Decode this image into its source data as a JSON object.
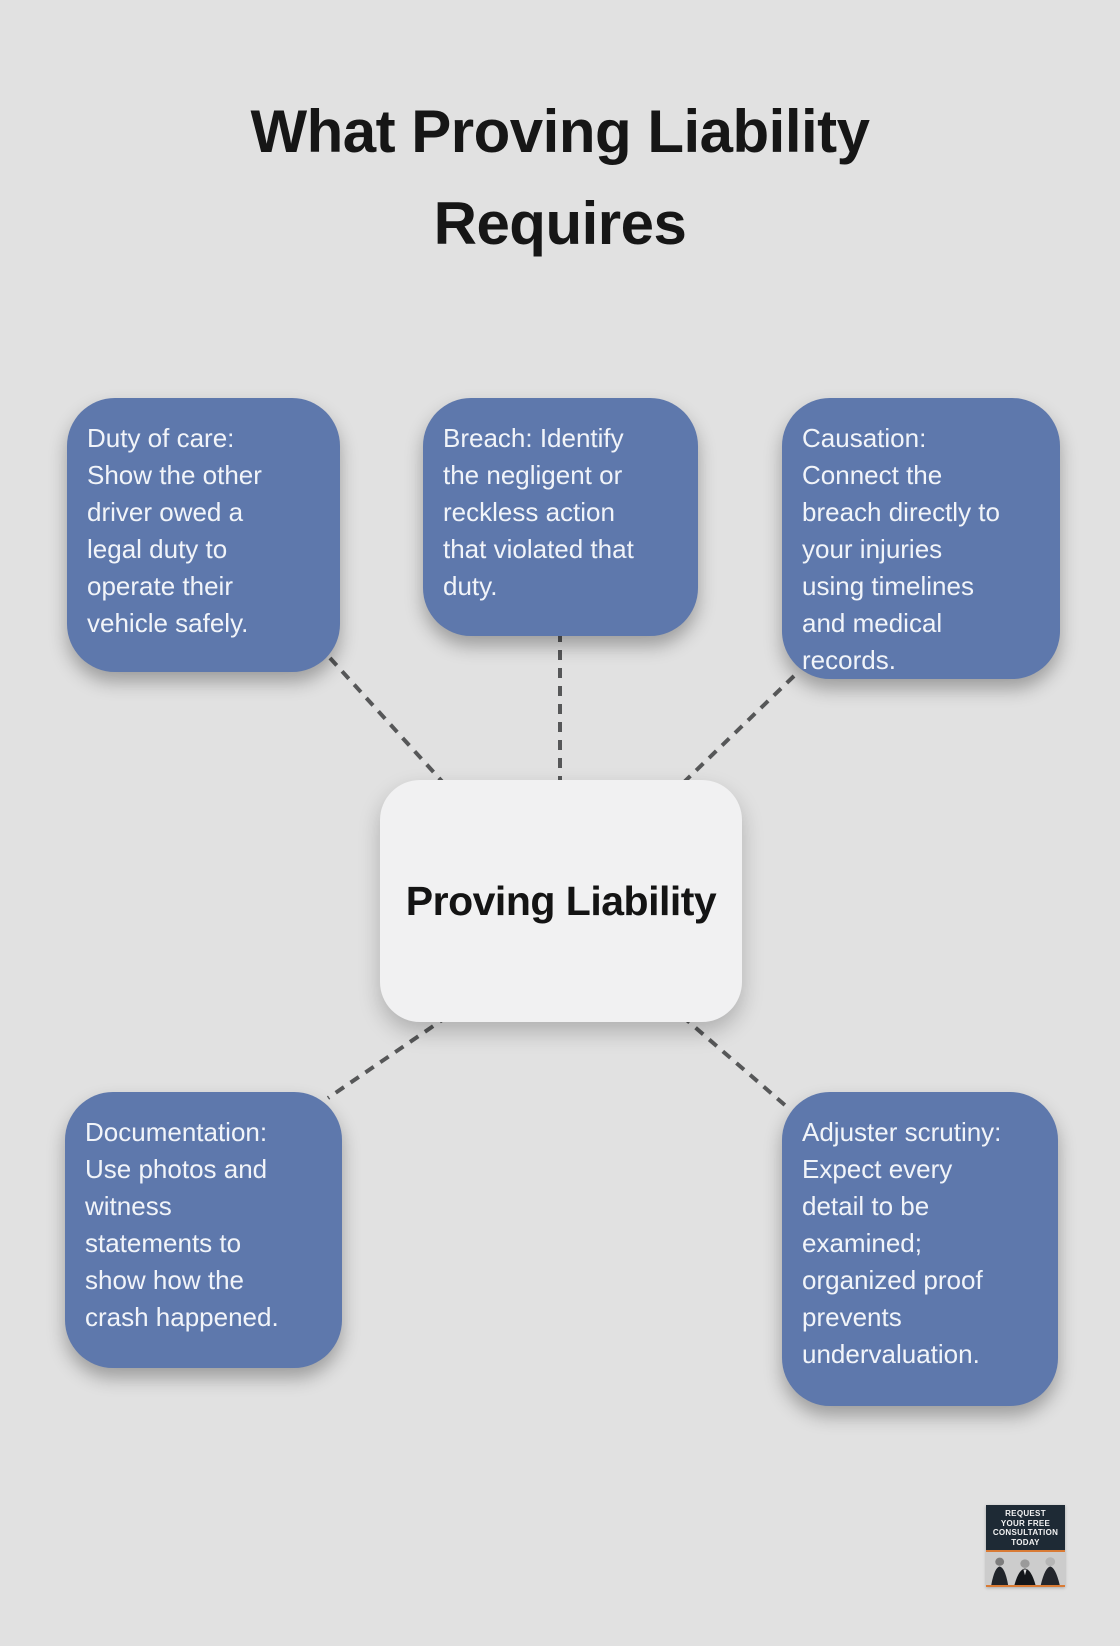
{
  "title": {
    "full": "What Proving Liability Requires",
    "line1": "What Proving Liability",
    "line2": "Requires"
  },
  "diagram": {
    "center": {
      "label": "Proving Liability"
    },
    "nodes": [
      {
        "id": "duty-of-care",
        "text": "Duty of care:\nShow the other\ndriver owed a\nlegal duty to\noperate their\nvehicle safely."
      },
      {
        "id": "breach",
        "text": "Breach: Identify\nthe negligent or\nreckless action\nthat violated that\nduty."
      },
      {
        "id": "causation",
        "text": "Causation:\nConnect the\nbreach directly to\nyour injuries\nusing timelines\nand medical\nrecords."
      },
      {
        "id": "documentation",
        "text": "Documentation:\nUse photos and\nwitness\nstatements to\nshow how the\ncrash happened."
      },
      {
        "id": "adjuster-scrutiny",
        "text": "Adjuster scrutiny:\nExpect every\ndetail to be\nexamined;\norganized proof\nprevents\nundervaluation."
      }
    ]
  },
  "logo": {
    "lines": [
      "REQUEST",
      "YOUR FREE",
      "CONSULTATION",
      "TODAY"
    ]
  },
  "colors": {
    "background": "#e1e1e1",
    "node_fill": "#5e78ac",
    "node_text": "#f1f4f9",
    "center_fill": "#f1f1f2",
    "center_text": "#141414",
    "title_text": "#161616",
    "connector": "#565758",
    "logo_bg": "#1e2a35",
    "logo_accent": "#d97b35"
  }
}
